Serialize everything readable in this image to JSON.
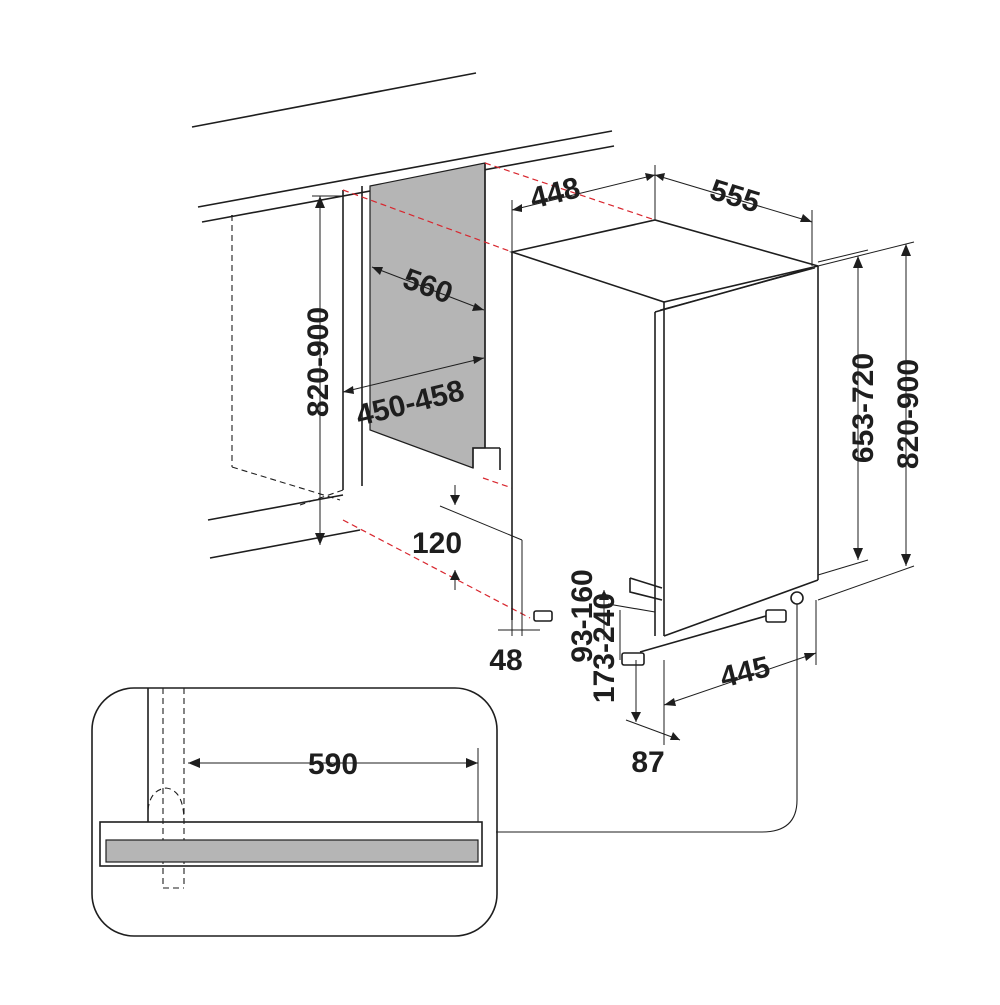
{
  "diagram": {
    "labels": {
      "depth_top": "555",
      "width_top": "448",
      "niche_depth": "560",
      "niche_width": "450-458",
      "niche_height": "820-900",
      "door_height": "653-720",
      "total_height": "820-900",
      "plinth_gap": "120",
      "left_offset": "48",
      "foot_range_a": "93-160",
      "foot_range_b": "173-240",
      "bottom_width": "445",
      "front_offset": "87",
      "detail_depth": "590"
    },
    "colors": {
      "line": "#1e1e1e",
      "panel": "#b5b5b5",
      "red_guides": "#d8262e"
    }
  }
}
